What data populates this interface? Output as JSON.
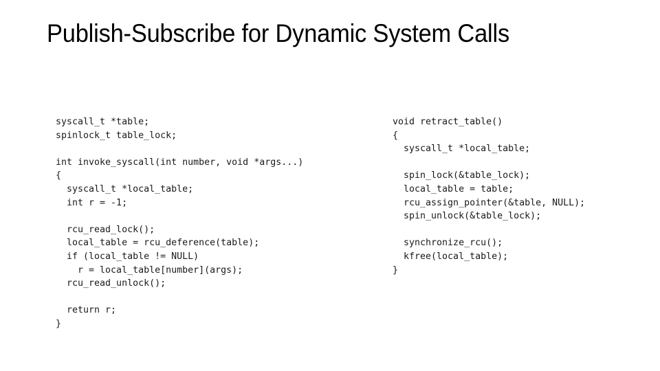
{
  "slide": {
    "title": "Publish-Subscribe for Dynamic System Calls",
    "background_color": "#ffffff",
    "text_color": "#000000",
    "code_color": "#1a1a1a"
  },
  "code_left": {
    "name": "invoke-syscall-listing",
    "lines": [
      "syscall_t *table;",
      "spinlock_t table_lock;",
      "",
      "int invoke_syscall(int number, void *args...)",
      "{",
      "  syscall_t *local_table;",
      "  int r = -1;",
      "",
      "  rcu_read_lock();",
      "  local_table = rcu_deference(table);",
      "  if (local_table != NULL)",
      "    r = local_table[number](args);",
      "  rcu_read_unlock();",
      "",
      "  return r;",
      "}"
    ]
  },
  "code_right": {
    "name": "retract-table-listing",
    "lines": [
      "void retract_table()",
      "{",
      "  syscall_t *local_table;",
      "",
      "  spin_lock(&table_lock);",
      "  local_table = table;",
      "  rcu_assign_pointer(&table, NULL);",
      "  spin_unlock(&table_lock);",
      "",
      "  synchronize_rcu();",
      "  kfree(local_table);",
      "}"
    ]
  }
}
